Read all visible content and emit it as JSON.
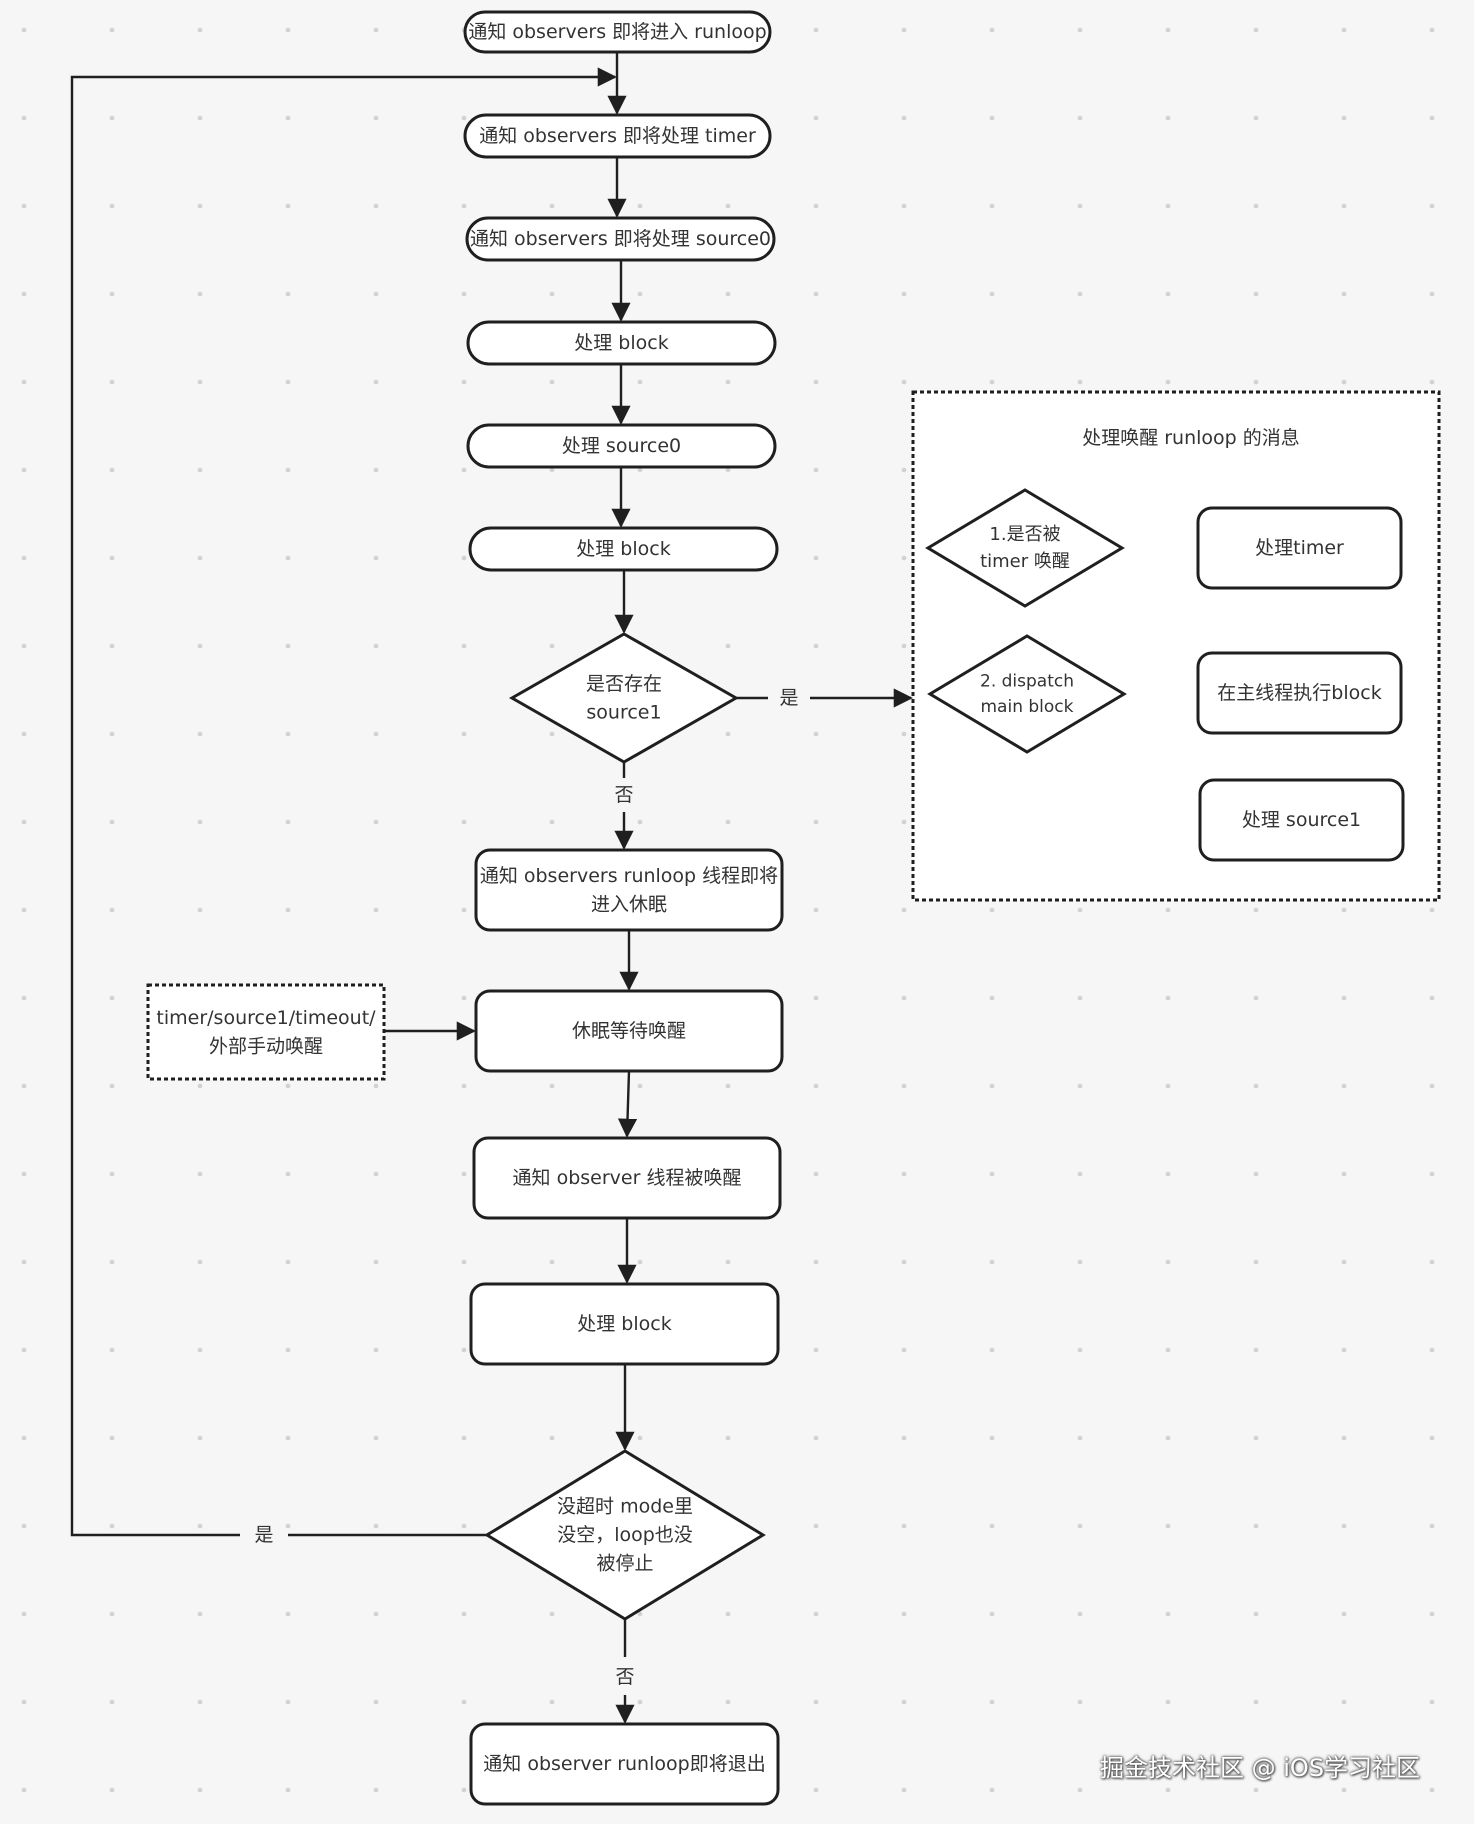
{
  "nodes": {
    "n1": [
      "通知 observers 即将进入 runloop"
    ],
    "n2": [
      "通知 observers 即将处理 timer"
    ],
    "n3": [
      "通知 observers 即将处理 source0"
    ],
    "n4": [
      "处理 block"
    ],
    "n5": [
      "处理 source0"
    ],
    "n6": [
      "处理 block"
    ],
    "d1": [
      "是否存在",
      "source1"
    ],
    "n7": [
      "通知 observers runloop 线程即将",
      "进入休眠"
    ],
    "n8": [
      "休眠等待唤醒"
    ],
    "ext": [
      "timer/source1/timeout/",
      "外部手动唤醒"
    ],
    "n9": [
      "通知 observer 线程被唤醒"
    ],
    "n10": [
      "处理 block"
    ],
    "d2": [
      "没超时 mode里",
      "没空，loop也没",
      "被停止"
    ],
    "n11": [
      "通知 observer runloop即将退出"
    ],
    "subTitle": [
      "处理唤醒 runloop 的消息"
    ],
    "sd1": [
      "1.是否被",
      "timer 唤醒"
    ],
    "sd2": [
      "2. dispatch",
      "main block"
    ],
    "sr1": [
      "处理timer"
    ],
    "sr2": [
      "在主线程执行block"
    ],
    "sr3": [
      "处理 source1"
    ]
  },
  "edge_labels": {
    "yes": "是",
    "no": "否"
  },
  "watermark": "掘金技术社区 @ iOS学习社区",
  "colors": {
    "stroke": "#1f1f1f",
    "node_fill": "#ffffff",
    "text": "#333333",
    "background": "#f6f6f7"
  }
}
